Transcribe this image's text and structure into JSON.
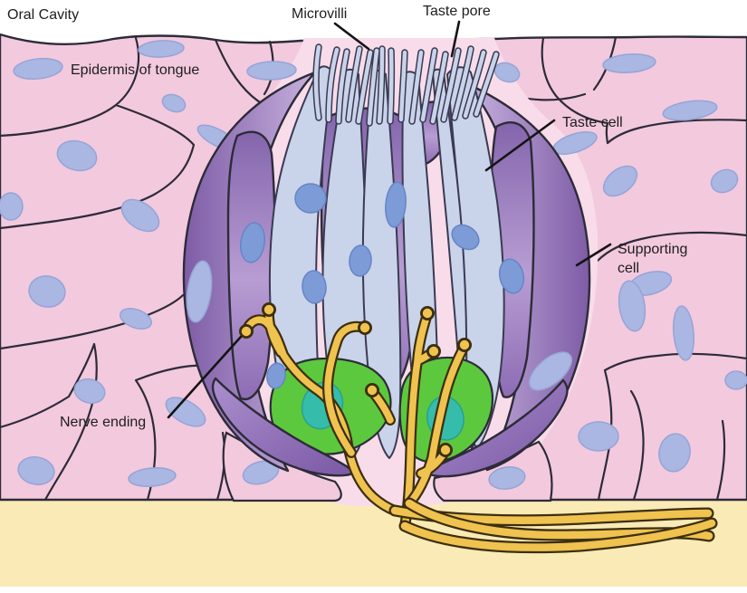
{
  "title": "Taste bud anatomy diagram",
  "labels": {
    "oral_cavity": "Oral Cavity",
    "microvilli": "Microvilli",
    "taste_pore": "Taste pore",
    "epidermis_of_tongue": "Epidermis of tongue",
    "taste_cell": "Taste cell",
    "supporting_cell_line1": "Supporting",
    "supporting_cell_line2": "cell",
    "nerve_ending": "Nerve ending"
  },
  "colors": {
    "background": "#ffffff",
    "epithelium-pink": "#f3c9de",
    "recess-pink": "#f8dcea",
    "cell-outline": "#2d2b38",
    "nucleus-blue": "#a9b7e2",
    "nucleus-edge": "#96a4d6",
    "supporting-purple-dark": "#7e5ca6",
    "supporting-purple-light": "#c7b1de",
    "taste-cell-blue": "#c9d3ea",
    "taste-cell-outline": "#3a3a52",
    "taste-nucleus-blue": "#7d9cd7",
    "taste-nucleus-edge": "#6585c4",
    "basal-green": "#5cc83e",
    "basal-nucleus-teal": "#35bcab",
    "basal-nucleus-edge": "#2aa08f",
    "nerve-yellow": "#f0c24f",
    "nerve-outline": "#3c2f10",
    "connective-cream": "#faeab5",
    "label-color": "#1d1d1d",
    "pointer-color": "#141414"
  }
}
